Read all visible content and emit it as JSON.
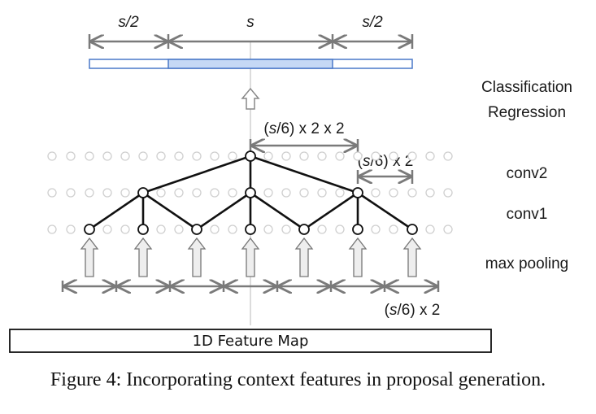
{
  "labels": {
    "half_left": "s/2",
    "full": "s",
    "half_right": "s/2",
    "classification": "Classification",
    "regression": "Regression",
    "span_conv2_pre": "(",
    "span_conv2_s": "s",
    "span_conv2_post": "/6) x 2 x 2",
    "span_conv1_pre": "(",
    "span_conv1_s": "s",
    "span_conv1_post": "/6) x 2",
    "span_pool_pre": "(",
    "span_pool_s": "s",
    "span_pool_post": "/6) x 2",
    "conv2": "conv2",
    "conv1": "conv1",
    "max_pooling": "max pooling",
    "feature_map": "1D Feature Map"
  },
  "caption": "Figure 4: Incorporating context features in proposal generation.",
  "colors": {
    "highlight_fill": "#c5d8f5",
    "bar_border": "#4a78c8",
    "arrow_gray": "#7a7a7a",
    "node_stroke": "#111111",
    "faint_node": "#cfcfcf"
  },
  "icons": {
    "up_arrow": "hollow-up-arrow-icon",
    "dimension_arrow": "double-headed-arrow-icon"
  }
}
